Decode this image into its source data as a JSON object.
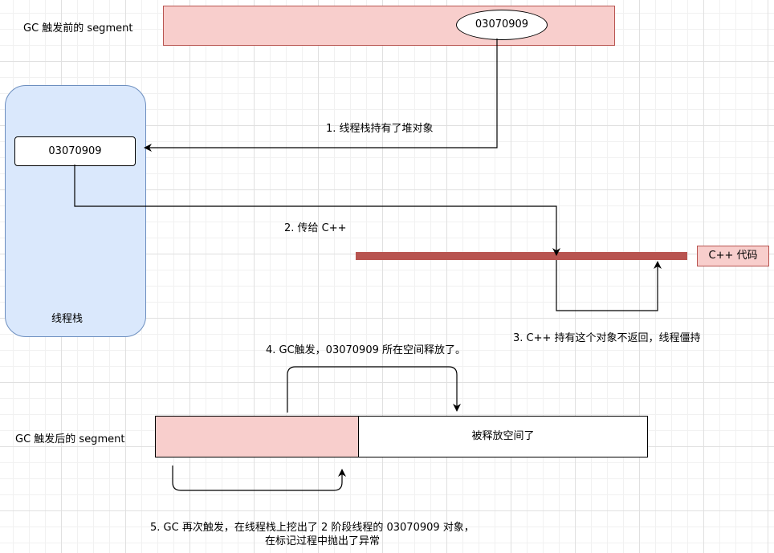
{
  "labels": {
    "segment_before": "GC 触发前的 segment",
    "segment_after": "GC 触发后的 segment",
    "object_id_top": "03070909",
    "object_id_stack": "03070909",
    "thread_stack": "线程栈",
    "cpp_code": "C++ 代码",
    "freed_space": "被释放空间了"
  },
  "steps": {
    "step1": "1. 线程栈持有了堆对象",
    "step2": "2. 传给 C++",
    "step3": "3. C++ 持有这个对象不返回，线程僵持",
    "step4": "4. GC触发，03070909 所在空间释放了。",
    "step5_line1": "5. GC 再次触发，在线程栈上挖出了 2 阶段线程的 03070909 对象，",
    "step5_line2": "在标记过程中抛出了异常"
  },
  "colors": {
    "segment_fill": "#f8cecc",
    "segment_border": "#b85450",
    "stack_fill": "#dae8fc",
    "stack_border": "#6c8ebf",
    "cpp_bar": "#b85450"
  }
}
